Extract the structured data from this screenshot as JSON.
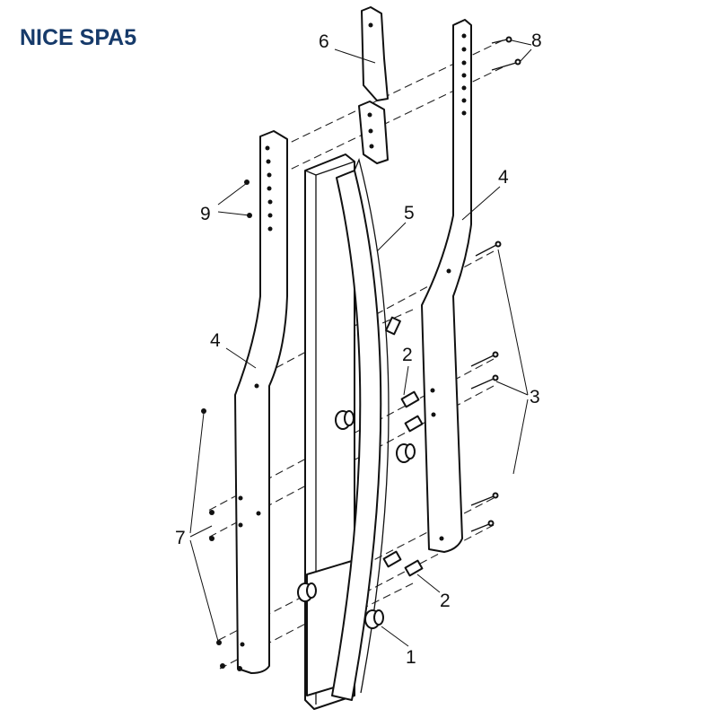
{
  "title": "NICE SPA5",
  "title_color": "#163a6a",
  "callouts": {
    "part6": "6",
    "part8": "8",
    "part9": "9",
    "part5": "5",
    "part4_right": "4",
    "part4_left": "4",
    "part2_upper": "2",
    "part3": "3",
    "part7": "7",
    "part2_lower": "2",
    "part1": "1"
  }
}
